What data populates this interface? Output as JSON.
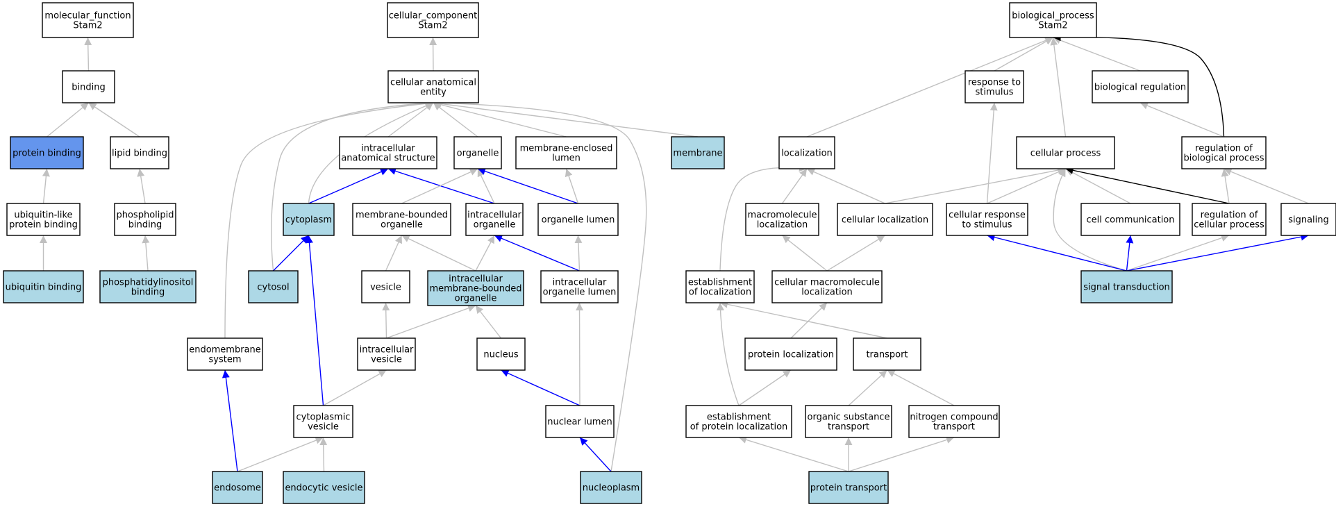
{
  "colors": {
    "default_fill": "#ffffff",
    "annotated_fill": "#add8e6",
    "selected_fill": "#6495ed",
    "edge_gray": "#c0c0c0",
    "edge_blue": "#0000ff",
    "edge_black": "#000000"
  },
  "nodes": [
    {
      "id": "mf",
      "lines": [
        "molecular_function",
        "Stam2"
      ],
      "style": "default"
    },
    {
      "id": "binding",
      "lines": [
        "binding"
      ],
      "style": "default"
    },
    {
      "id": "protein_binding",
      "lines": [
        "protein binding"
      ],
      "style": "selected"
    },
    {
      "id": "lipid_binding",
      "lines": [
        "lipid binding"
      ],
      "style": "default"
    },
    {
      "id": "ubl_binding",
      "lines": [
        "ubiquitin-like",
        "protein binding"
      ],
      "style": "default"
    },
    {
      "id": "phospholipid_binding",
      "lines": [
        "phospholipid",
        "binding"
      ],
      "style": "default"
    },
    {
      "id": "ubiquitin_binding",
      "lines": [
        "ubiquitin binding"
      ],
      "style": "annotated"
    },
    {
      "id": "pi_binding",
      "lines": [
        "phosphatidylinositol",
        "binding"
      ],
      "style": "annotated"
    },
    {
      "id": "cc",
      "lines": [
        "cellular_component",
        "Stam2"
      ],
      "style": "default"
    },
    {
      "id": "cae",
      "lines": [
        "cellular anatomical",
        "entity"
      ],
      "style": "default"
    },
    {
      "id": "ias",
      "lines": [
        "intracellular",
        "anatomical structure"
      ],
      "style": "default"
    },
    {
      "id": "organelle",
      "lines": [
        "organelle"
      ],
      "style": "default"
    },
    {
      "id": "mel",
      "lines": [
        "membrane-enclosed",
        "lumen"
      ],
      "style": "default"
    },
    {
      "id": "membrane",
      "lines": [
        "membrane"
      ],
      "style": "annotated"
    },
    {
      "id": "cytoplasm",
      "lines": [
        "cytoplasm"
      ],
      "style": "annotated"
    },
    {
      "id": "mbo",
      "lines": [
        "membrane-bounded",
        "organelle"
      ],
      "style": "default"
    },
    {
      "id": "io",
      "lines": [
        "intracellular",
        "organelle"
      ],
      "style": "default"
    },
    {
      "id": "ol",
      "lines": [
        "organelle lumen"
      ],
      "style": "default"
    },
    {
      "id": "cytosol",
      "lines": [
        "cytosol"
      ],
      "style": "annotated"
    },
    {
      "id": "vesicle",
      "lines": [
        "vesicle"
      ],
      "style": "default"
    },
    {
      "id": "imbo",
      "lines": [
        "intracellular",
        "membrane-bounded",
        "organelle"
      ],
      "style": "annotated"
    },
    {
      "id": "iol",
      "lines": [
        "intracellular",
        "organelle lumen"
      ],
      "style": "default"
    },
    {
      "id": "endomembrane",
      "lines": [
        "endomembrane",
        "system"
      ],
      "style": "default"
    },
    {
      "id": "iv",
      "lines": [
        "intracellular",
        "vesicle"
      ],
      "style": "default"
    },
    {
      "id": "nucleus",
      "lines": [
        "nucleus"
      ],
      "style": "default"
    },
    {
      "id": "cv",
      "lines": [
        "cytoplasmic",
        "vesicle"
      ],
      "style": "default"
    },
    {
      "id": "nl",
      "lines": [
        "nuclear lumen"
      ],
      "style": "default"
    },
    {
      "id": "endosome",
      "lines": [
        "endosome"
      ],
      "style": "annotated"
    },
    {
      "id": "ev",
      "lines": [
        "endocytic vesicle"
      ],
      "style": "annotated"
    },
    {
      "id": "nucleoplasm",
      "lines": [
        "nucleoplasm"
      ],
      "style": "annotated"
    },
    {
      "id": "bp",
      "lines": [
        "biological_process",
        "Stam2"
      ],
      "style": "default"
    },
    {
      "id": "rts",
      "lines": [
        "response to",
        "stimulus"
      ],
      "style": "default"
    },
    {
      "id": "breg",
      "lines": [
        "biological regulation"
      ],
      "style": "default"
    },
    {
      "id": "localization",
      "lines": [
        "localization"
      ],
      "style": "default"
    },
    {
      "id": "cp",
      "lines": [
        "cellular process"
      ],
      "style": "default"
    },
    {
      "id": "robp",
      "lines": [
        "regulation of",
        "biological process"
      ],
      "style": "default"
    },
    {
      "id": "ml",
      "lines": [
        "macromolecule",
        "localization"
      ],
      "style": "default"
    },
    {
      "id": "cl",
      "lines": [
        "cellular localization"
      ],
      "style": "default"
    },
    {
      "id": "crts",
      "lines": [
        "cellular response",
        "to stimulus"
      ],
      "style": "default"
    },
    {
      "id": "cc2",
      "lines": [
        "cell communication"
      ],
      "style": "default"
    },
    {
      "id": "rocp",
      "lines": [
        "regulation of",
        "cellular process"
      ],
      "style": "default"
    },
    {
      "id": "signaling",
      "lines": [
        "signaling"
      ],
      "style": "default"
    },
    {
      "id": "eol",
      "lines": [
        "establishment",
        "of localization"
      ],
      "style": "default"
    },
    {
      "id": "cml",
      "lines": [
        "cellular macromolecule",
        "localization"
      ],
      "style": "default"
    },
    {
      "id": "st",
      "lines": [
        "signal transduction"
      ],
      "style": "annotated"
    },
    {
      "id": "pl",
      "lines": [
        "protein localization"
      ],
      "style": "default"
    },
    {
      "id": "transport",
      "lines": [
        "transport"
      ],
      "style": "default"
    },
    {
      "id": "epl",
      "lines": [
        "establishment",
        "of protein localization"
      ],
      "style": "default"
    },
    {
      "id": "ost",
      "lines": [
        "organic substance",
        "transport"
      ],
      "style": "default"
    },
    {
      "id": "nct",
      "lines": [
        "nitrogen compound",
        "transport"
      ],
      "style": "default"
    },
    {
      "id": "pt",
      "lines": [
        "protein transport"
      ],
      "style": "annotated"
    }
  ],
  "edges": [
    {
      "from": "binding",
      "to": "mf",
      "color": "gray"
    },
    {
      "from": "protein_binding",
      "to": "binding",
      "color": "gray"
    },
    {
      "from": "lipid_binding",
      "to": "binding",
      "color": "gray"
    },
    {
      "from": "ubl_binding",
      "to": "protein_binding",
      "color": "gray"
    },
    {
      "from": "phospholipid_binding",
      "to": "lipid_binding",
      "color": "gray"
    },
    {
      "from": "ubiquitin_binding",
      "to": "ubl_binding",
      "color": "gray"
    },
    {
      "from": "pi_binding",
      "to": "phospholipid_binding",
      "color": "gray"
    },
    {
      "from": "cae",
      "to": "cc",
      "color": "gray"
    },
    {
      "from": "ias",
      "to": "cae",
      "color": "gray"
    },
    {
      "from": "organelle",
      "to": "cae",
      "color": "gray"
    },
    {
      "from": "mel",
      "to": "cae",
      "color": "gray"
    },
    {
      "from": "membrane",
      "to": "cae",
      "color": "gray"
    },
    {
      "from": "cytoplasm",
      "to": "cae",
      "color": "gray"
    },
    {
      "from": "cytosol",
      "to": "cae",
      "color": "gray"
    },
    {
      "from": "endomembrane",
      "to": "cae",
      "color": "gray"
    },
    {
      "from": "nucleoplasm",
      "to": "cae",
      "color": "gray"
    },
    {
      "from": "cytoplasm",
      "to": "ias",
      "color": "blue"
    },
    {
      "from": "io",
      "to": "ias",
      "color": "blue"
    },
    {
      "from": "mbo",
      "to": "organelle",
      "color": "gray"
    },
    {
      "from": "io",
      "to": "organelle",
      "color": "gray"
    },
    {
      "from": "ol",
      "to": "organelle",
      "color": "blue"
    },
    {
      "from": "ol",
      "to": "mel",
      "color": "gray"
    },
    {
      "from": "cytosol",
      "to": "cytoplasm",
      "color": "blue"
    },
    {
      "from": "cv",
      "to": "cytoplasm",
      "color": "blue"
    },
    {
      "from": "vesicle",
      "to": "mbo",
      "color": "gray"
    },
    {
      "from": "imbo",
      "to": "mbo",
      "color": "gray"
    },
    {
      "from": "imbo",
      "to": "io",
      "color": "gray"
    },
    {
      "from": "iol",
      "to": "io",
      "color": "blue"
    },
    {
      "from": "iol",
      "to": "ol",
      "color": "gray"
    },
    {
      "from": "iv",
      "to": "vesicle",
      "color": "gray"
    },
    {
      "from": "iv",
      "to": "imbo",
      "color": "gray"
    },
    {
      "from": "nucleus",
      "to": "imbo",
      "color": "gray"
    },
    {
      "from": "nl",
      "to": "iol",
      "color": "gray"
    },
    {
      "from": "cv",
      "to": "iv",
      "color": "gray"
    },
    {
      "from": "nl",
      "to": "nucleus",
      "color": "blue"
    },
    {
      "from": "endosome",
      "to": "endomembrane",
      "color": "blue"
    },
    {
      "from": "endosome",
      "to": "cv",
      "color": "gray"
    },
    {
      "from": "ev",
      "to": "cv",
      "color": "gray"
    },
    {
      "from": "nucleoplasm",
      "to": "nl",
      "color": "blue"
    },
    {
      "from": "rts",
      "to": "bp",
      "color": "gray"
    },
    {
      "from": "breg",
      "to": "bp",
      "color": "gray"
    },
    {
      "from": "localization",
      "to": "bp",
      "color": "gray"
    },
    {
      "from": "cp",
      "to": "bp",
      "color": "gray"
    },
    {
      "from": "robp",
      "to": "bp",
      "color": "black"
    },
    {
      "from": "robp",
      "to": "breg",
      "color": "gray"
    },
    {
      "from": "ml",
      "to": "localization",
      "color": "gray"
    },
    {
      "from": "cl",
      "to": "localization",
      "color": "gray"
    },
    {
      "from": "eol",
      "to": "localization",
      "color": "gray"
    },
    {
      "from": "cl",
      "to": "cp",
      "color": "gray"
    },
    {
      "from": "crts",
      "to": "cp",
      "color": "gray"
    },
    {
      "from": "cc2",
      "to": "cp",
      "color": "gray"
    },
    {
      "from": "rocp",
      "to": "cp",
      "color": "black"
    },
    {
      "from": "st",
      "to": "cp",
      "color": "gray"
    },
    {
      "from": "crts",
      "to": "rts",
      "color": "gray"
    },
    {
      "from": "rocp",
      "to": "robp",
      "color": "gray"
    },
    {
      "from": "signaling",
      "to": "robp",
      "color": "gray"
    },
    {
      "from": "cml",
      "to": "ml",
      "color": "gray"
    },
    {
      "from": "cml",
      "to": "cl",
      "color": "gray"
    },
    {
      "from": "st",
      "to": "crts",
      "color": "blue"
    },
    {
      "from": "st",
      "to": "cc2",
      "color": "blue"
    },
    {
      "from": "st",
      "to": "rocp",
      "color": "gray"
    },
    {
      "from": "st",
      "to": "signaling",
      "color": "blue"
    },
    {
      "from": "pl",
      "to": "cml",
      "color": "gray"
    },
    {
      "from": "transport",
      "to": "eol",
      "color": "gray"
    },
    {
      "from": "epl",
      "to": "eol",
      "color": "gray"
    },
    {
      "from": "epl",
      "to": "pl",
      "color": "gray"
    },
    {
      "from": "ost",
      "to": "transport",
      "color": "gray"
    },
    {
      "from": "nct",
      "to": "transport",
      "color": "gray"
    },
    {
      "from": "pt",
      "to": "epl",
      "color": "gray"
    },
    {
      "from": "pt",
      "to": "ost",
      "color": "gray"
    },
    {
      "from": "pt",
      "to": "nct",
      "color": "gray"
    }
  ]
}
